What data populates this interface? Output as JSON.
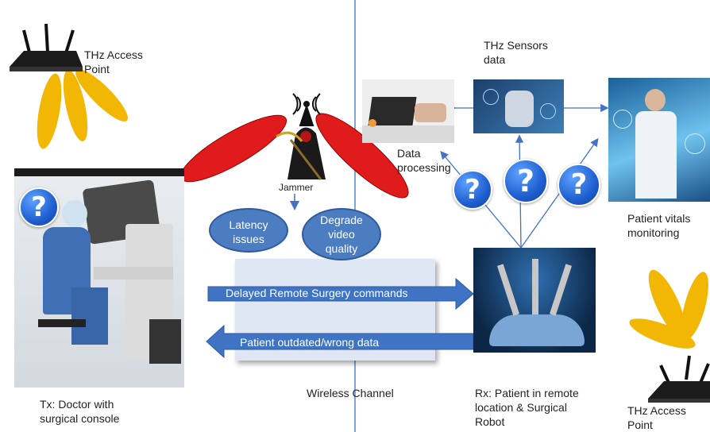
{
  "labels": {
    "thz_ap_left": [
      "THz Access",
      "Point"
    ],
    "thz_ap_right": [
      "THz Access",
      "Point"
    ],
    "thz_sensors": [
      "THz Sensors",
      "data"
    ],
    "data_processing": [
      "Data",
      "processing"
    ],
    "patient_vitals": [
      "Patient vitals",
      "monitoring"
    ],
    "jammer": "Jammer",
    "tx": [
      "Tx: Doctor with",
      "surgical console"
    ],
    "rx": [
      "Rx: Patient in remote",
      "location & Surgical",
      "Robot"
    ],
    "wireless_channel": "Wireless Channel"
  },
  "bubbles": {
    "latency": [
      "Latency",
      "issues"
    ],
    "degrade": [
      "Degrade",
      "video",
      "quality"
    ]
  },
  "arrows": {
    "forward": "Delayed Remote Surgery commands",
    "backward": "Patient outdated/wrong data"
  },
  "question_mark": "?",
  "colors": {
    "beam_yellow": "#f2b705",
    "beam_red": "#e01b1b",
    "arrow_blue": "#3f74c4",
    "bubble_blue": "#4d7dc1",
    "divider": "#7ea6d8"
  }
}
